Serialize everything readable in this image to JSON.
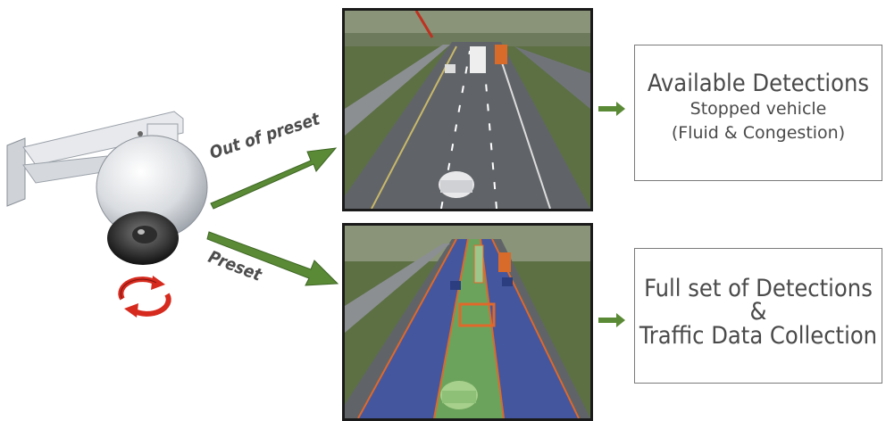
{
  "arrows": {
    "upper_label": "Out of preset",
    "lower_label": "Preset"
  },
  "panels": {
    "top": {
      "title": "Available Detections",
      "lines": [
        "Stopped vehicle",
        "(Fluid & Congestion)"
      ]
    },
    "bottom": {
      "lines": [
        "Full set of Detections",
        "&",
        "Traffic Data Collection"
      ]
    }
  },
  "colors": {
    "arrow_green": "#5a8a35",
    "rotate_red": "#d62a1e",
    "lane_blue": "#3f55a8",
    "lane_green": "#6fae5a",
    "zone_orange": "#e0682a"
  },
  "icons": [
    "ptz-camera-icon",
    "rotate-arrows-icon",
    "arrow-right-icon"
  ]
}
